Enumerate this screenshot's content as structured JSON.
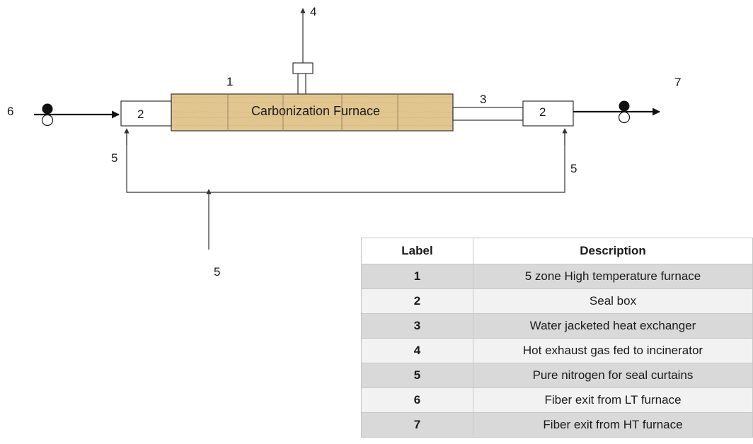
{
  "diagram": {
    "furnace_text": "Carbonization Furnace",
    "labels": {
      "furnace": "1",
      "seal_box_left": "2",
      "seal_box_right": "2",
      "heat_exchanger": "3",
      "exhaust": "4",
      "nitrogen_left": "5",
      "nitrogen_right": "5",
      "nitrogen_supply": "5",
      "fiber_in": "6",
      "fiber_out": "7"
    },
    "colors": {
      "furnace_fill": "#e2c690",
      "line": "#333333"
    }
  },
  "table": {
    "headers": [
      "Label",
      "Description"
    ],
    "rows": [
      {
        "label": "1",
        "description": "5 zone High temperature furnace"
      },
      {
        "label": "2",
        "description": "Seal box"
      },
      {
        "label": "3",
        "description": "Water jacketed heat exchanger"
      },
      {
        "label": "4",
        "description": "Hot exhaust gas fed to incinerator"
      },
      {
        "label": "5",
        "description": "Pure nitrogen for seal curtains"
      },
      {
        "label": "6",
        "description": "Fiber exit from LT furnace"
      },
      {
        "label": "7",
        "description": "Fiber exit from HT furnace"
      }
    ]
  }
}
